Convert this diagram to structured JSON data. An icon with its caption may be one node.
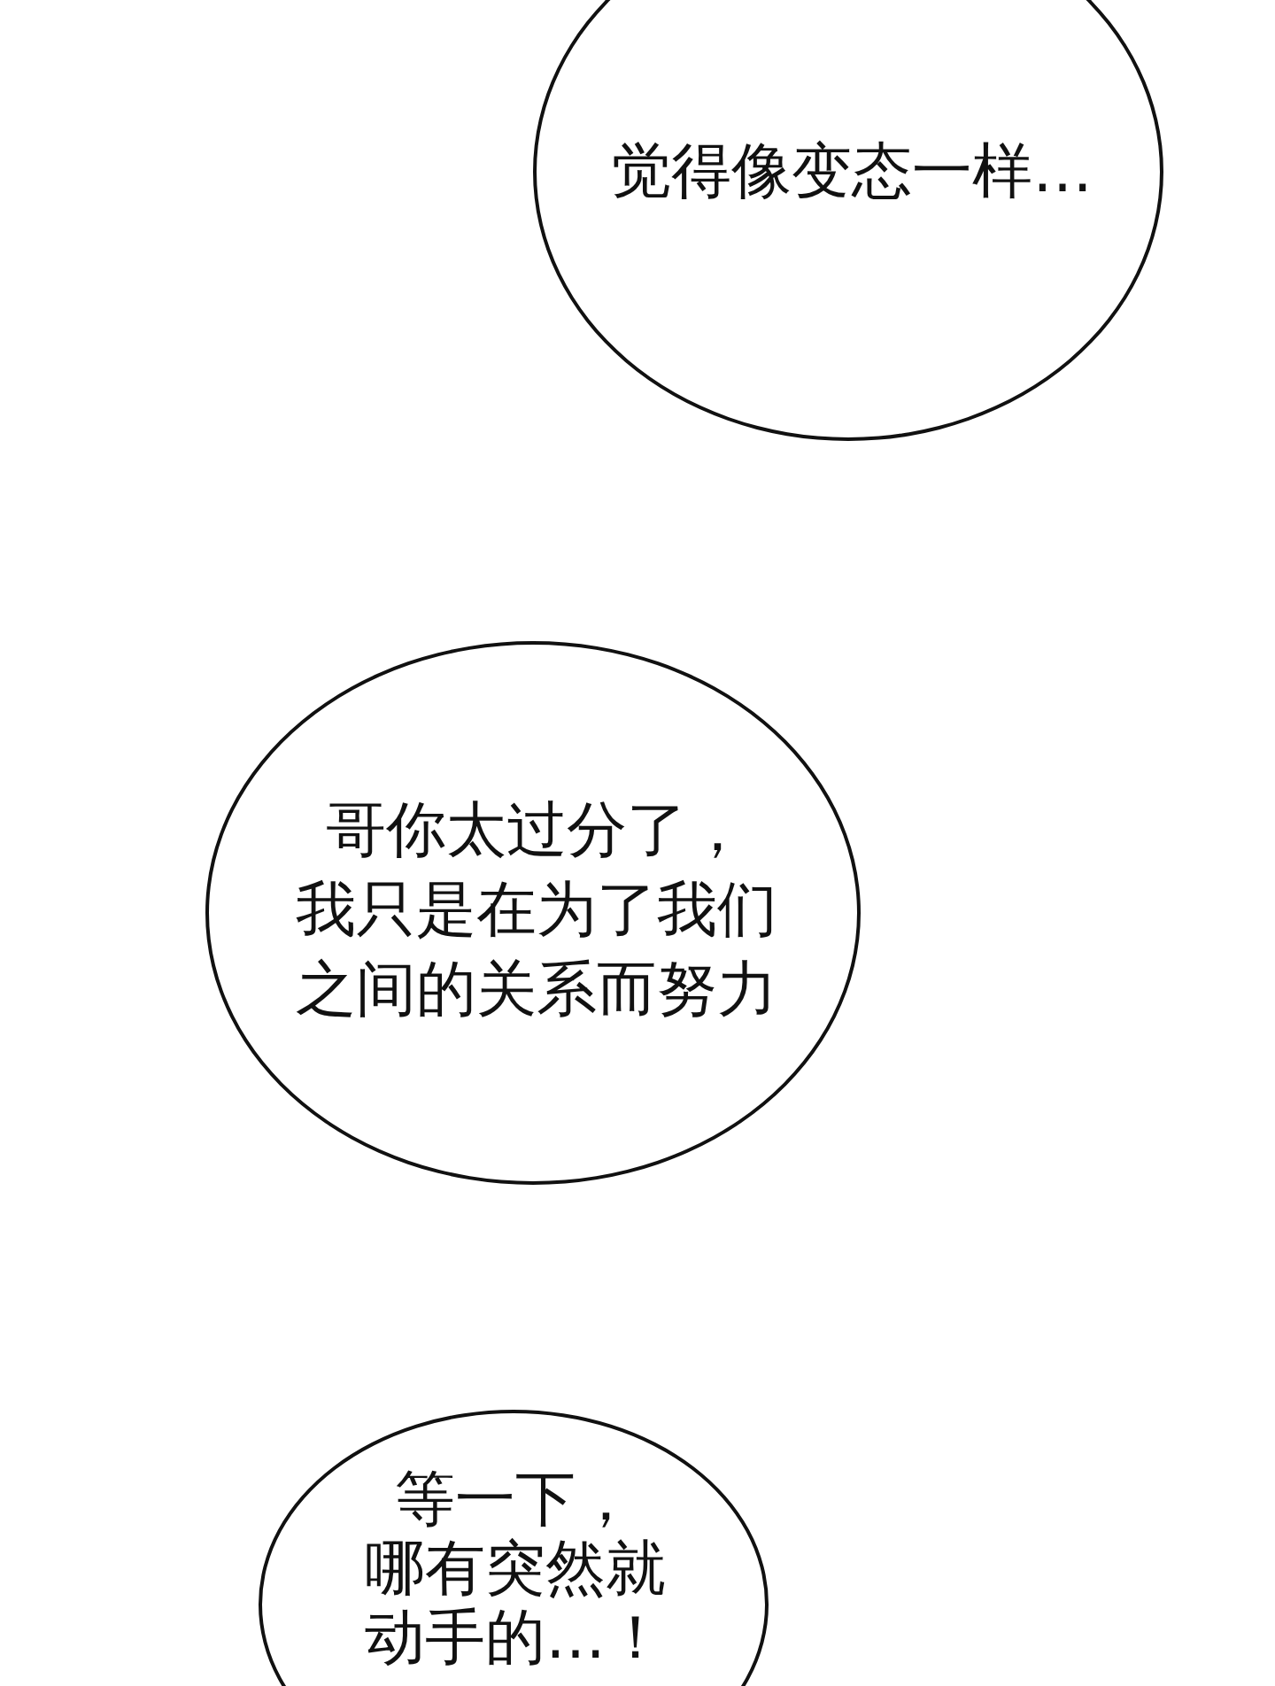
{
  "diagram": {
    "nodes": [
      {
        "text": [
          "觉得像变态一样…"
        ]
      },
      {
        "text": [
          "哥你太过分了，我只是在为了我们之间的关系而努力"
        ]
      },
      {
        "text": [
          "等一下，哪有突然就动手的…！"
        ]
      }
    ]
  }
}
